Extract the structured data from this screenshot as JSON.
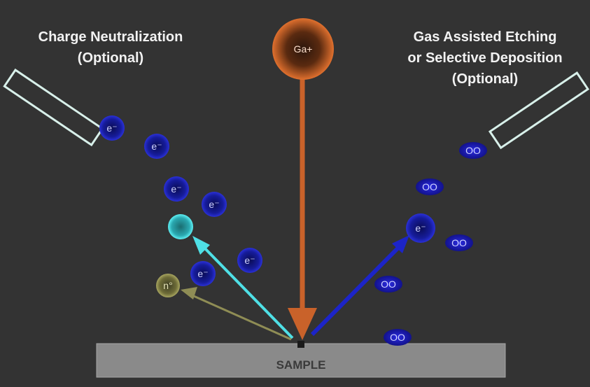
{
  "labels": {
    "charge_line1": "Charge Neutralization",
    "charge_line2": "(Optional)",
    "gas_line1": "Gas Assisted Etching",
    "gas_line2": "or Selective Deposition",
    "gas_line3": "(Optional)"
  },
  "beam": {
    "label": "Ga+"
  },
  "particles": {
    "electron": "e⁻",
    "neutral": "n°",
    "gas_molecule": "OO"
  },
  "sample": {
    "label": "SAMPLE"
  },
  "colors": {
    "background": "#333333",
    "ga_ion": "#d0652a",
    "electron": "#141a9e",
    "secondary_ion": "#2fc6cf",
    "neutral": "#8e8c4a",
    "gas": "#1b1bb8",
    "sample": "#8a8a8a"
  }
}
